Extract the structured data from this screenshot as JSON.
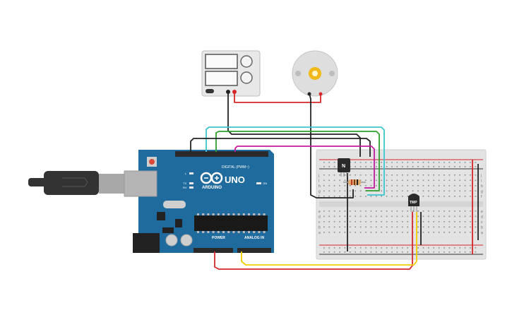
{
  "arduino": {
    "brand": "ARDUINO",
    "model": "UNO",
    "digital_header_label": "DIGITAL (PWM~)",
    "power_label": "POWER",
    "analog_label": "ANALOG IN",
    "led_on_label": "ON",
    "led_l_label": "L",
    "led_tx_label": "TX",
    "led_rx_label": "RX",
    "board_color": "#1f6b9e"
  },
  "breadboard": {
    "row_letters_top": [
      "j",
      "i",
      "h",
      "g",
      "f"
    ],
    "row_letters_bottom": [
      "e",
      "d",
      "c",
      "b",
      "a"
    ]
  },
  "components": {
    "transistor_label": "N",
    "temp_sensor_label": "TMP"
  },
  "wires": {
    "red": "#d62728",
    "black": "#222222",
    "cyan": "#3ec6d0",
    "green": "#2ca02c",
    "magenta": "#c21aa0",
    "yellow": "#f0d000"
  }
}
